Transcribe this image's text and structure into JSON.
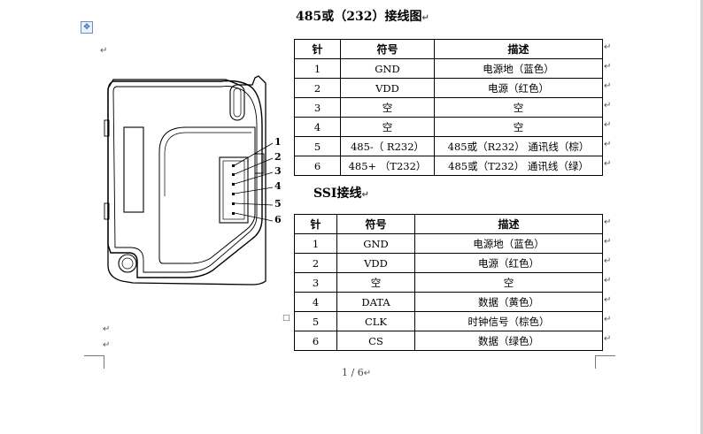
{
  "doc": {
    "title_485": "485或（232）接线图",
    "title_ssi": "SSI接线",
    "page_number": "1 / 6",
    "para_mark": "↵",
    "move_handle": "✥",
    "anchor_box": "□"
  },
  "table_485": {
    "headers": [
      "针",
      "符号",
      "描述"
    ],
    "rows": [
      [
        "1",
        "GND",
        "电源地（蓝色）"
      ],
      [
        "2",
        "VDD",
        "电源（红色）"
      ],
      [
        "3",
        "空",
        "空"
      ],
      [
        "4",
        "空",
        "空"
      ],
      [
        "5",
        "485-（ R232）",
        "485或（R232） 通讯线（棕）"
      ],
      [
        "6",
        "485+ （T232）",
        "485或（T232） 通讯线（绿）"
      ]
    ]
  },
  "table_ssi": {
    "headers": [
      "针",
      "符号",
      "描述"
    ],
    "rows": [
      [
        "1",
        "GND",
        "电源地（蓝色）"
      ],
      [
        "2",
        "VDD",
        "电源（红色）"
      ],
      [
        "3",
        "空",
        "空"
      ],
      [
        "4",
        "DATA",
        "数据（黄色）"
      ],
      [
        "5",
        "CLK",
        "时钟信号（棕色）"
      ],
      [
        "6",
        "CS",
        "数据（绿色）"
      ]
    ]
  },
  "drawing": {
    "pin_labels": [
      "1",
      "2",
      "3",
      "4",
      "5",
      "6"
    ]
  }
}
